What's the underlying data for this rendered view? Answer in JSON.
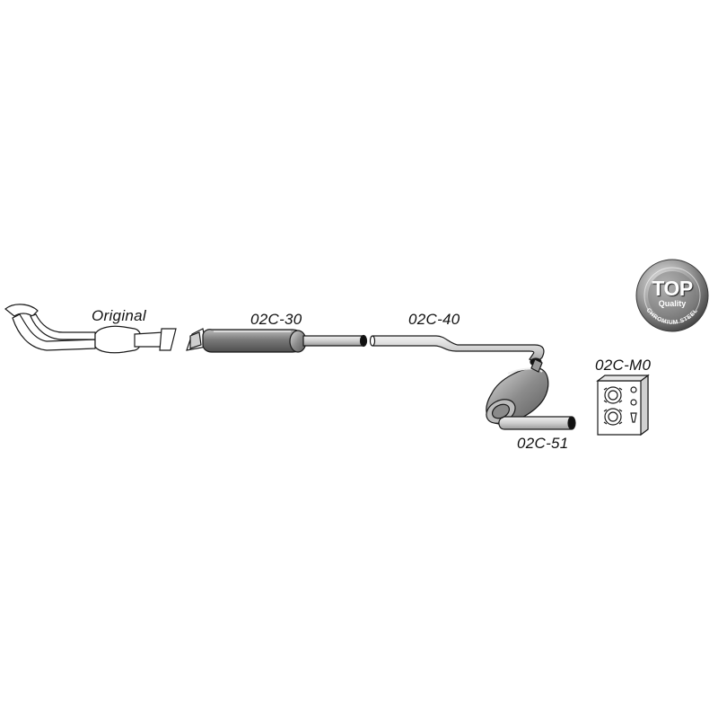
{
  "labels": {
    "original": "Original",
    "part_30": "02C-30",
    "part_40": "02C-40",
    "part_51": "02C-51",
    "part_m0": "02C-M0"
  },
  "badge": {
    "top": "TOP",
    "quality": "Quality",
    "ring_text": "CHROMIUM STEEL"
  },
  "colors": {
    "outline": "#1a1a1a",
    "pipe_fill": "#d9d9d9",
    "muffler_dark": "#6e6e6e",
    "muffler_light": "#cfcfcf",
    "badge_dark": "#5a5a5a",
    "badge_light": "#e6e6e6"
  }
}
